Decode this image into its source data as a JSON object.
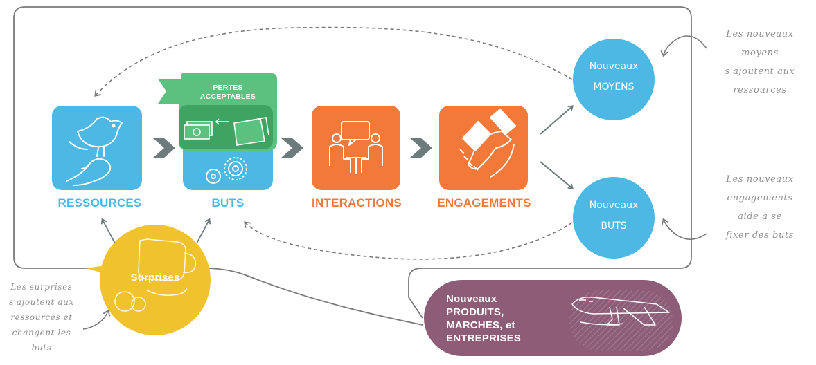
{
  "colors": {
    "blue": "#4cb8e3",
    "orange": "#f2793a",
    "green": "#5cc17f",
    "green_dark": "#3fa462",
    "gray_arrow": "#6d7b7d",
    "yellow": "#f0c22d",
    "purple": "#8d5d78",
    "outline": "#777777",
    "handwriting": "#8f8f8f"
  },
  "nodes": {
    "ressources": {
      "label": "RESSOURCES",
      "icon": "bird-on-hand-icon"
    },
    "buts": {
      "label": "BUTS",
      "icon": "gears-icon",
      "badge_label": "PERTES\nACCEPTABLES",
      "badge_icon": "money-wallet-icon"
    },
    "interactions": {
      "label": "INTERACTIONS",
      "icon": "people-talking-icon"
    },
    "engagements": {
      "label": "ENGAGEMENTS",
      "icon": "handshake-icon"
    }
  },
  "outcomes": {
    "moyens": {
      "line1": "Nouveaux",
      "line2": "MOYENS"
    },
    "buts": {
      "line1": "Nouveaux",
      "line2": "BUTS"
    },
    "surprises": {
      "label": "Surprises",
      "icon": "lemonade-icon"
    },
    "produits": {
      "label": "Nouveaux\nPRODUITS,\nMARCHES, et\nENTREPRISES",
      "icon": "airplane-icon"
    }
  },
  "notes": {
    "moyens": "Les nouveaux\nmoyens\ns'ajoutent aux\nressources",
    "buts": "Les nouveaux\nengagements\naide à se\nfixer des buts",
    "surprises": "Les surprises\ns'ajoutent aux\nressources et\nchangent les\nbuts"
  }
}
